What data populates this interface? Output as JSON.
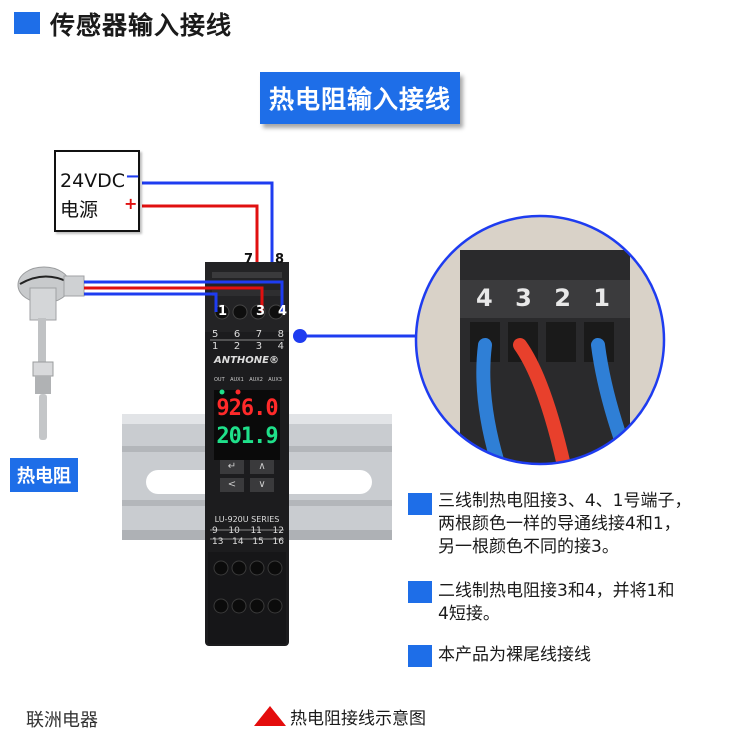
{
  "header": {
    "title": "传感器输入接线"
  },
  "banner": {
    "label": "热电阻输入接线"
  },
  "power_supply": {
    "voltage": "24VDC",
    "label": "电源",
    "minus": "−",
    "plus": "+"
  },
  "top_terminals": {
    "t7": "7",
    "t8": "8"
  },
  "sensor": {
    "label": "热电阻"
  },
  "device": {
    "brand": "ANTHONE®",
    "series": "LU-920U SERIES",
    "indicators": [
      "OUT",
      "AUX1",
      "AUX2",
      "AUX3"
    ],
    "display_pv": "926.0",
    "display_sv": "201.9",
    "buttons": [
      "↵",
      "∧",
      "<",
      "∨"
    ],
    "input_terminals": [
      "1",
      "3",
      "4"
    ],
    "terminal_rows_top": [
      [
        "5",
        "6",
        "7",
        "8"
      ],
      [
        "1",
        "2",
        "3",
        "4"
      ]
    ],
    "terminal_rows_bottom": [
      [
        "9",
        "10",
        "11",
        "12"
      ],
      [
        "13",
        "14",
        "15",
        "16"
      ]
    ],
    "colors": {
      "body": "#1c1c1e",
      "pv": "#ff2a2a",
      "sv": "#1fe08a"
    }
  },
  "zoom_detail": {
    "terminal_labels": [
      "4",
      "3",
      "2",
      "1"
    ]
  },
  "notes": [
    {
      "text": "三线制热电阻接3、4、1号端子，两根颜色一样的导通线接4和1，另一根颜色不同的接3。",
      "lines": [
        "三线制热电阻接3、4、1号端子，",
        "两根颜色一样的导通线接4和1，",
        "另一根颜色不同的接3。"
      ]
    },
    {
      "text": "二线制热电阻接3和4，并将1和4短接。",
      "lines": [
        "二线制热电阻接3和4，并将1和",
        "4短接。"
      ]
    },
    {
      "text": "本产品为裸尾线接线",
      "lines": [
        "本产品为裸尾线接线"
      ]
    }
  ],
  "footer": {
    "brand": "联洲电器",
    "caption": "热电阻接线示意图"
  },
  "colors": {
    "accent": "#1e6ee8",
    "wire_blue": "#1e3cf0",
    "wire_red": "#e01010",
    "triangle": "#e40d0d"
  }
}
